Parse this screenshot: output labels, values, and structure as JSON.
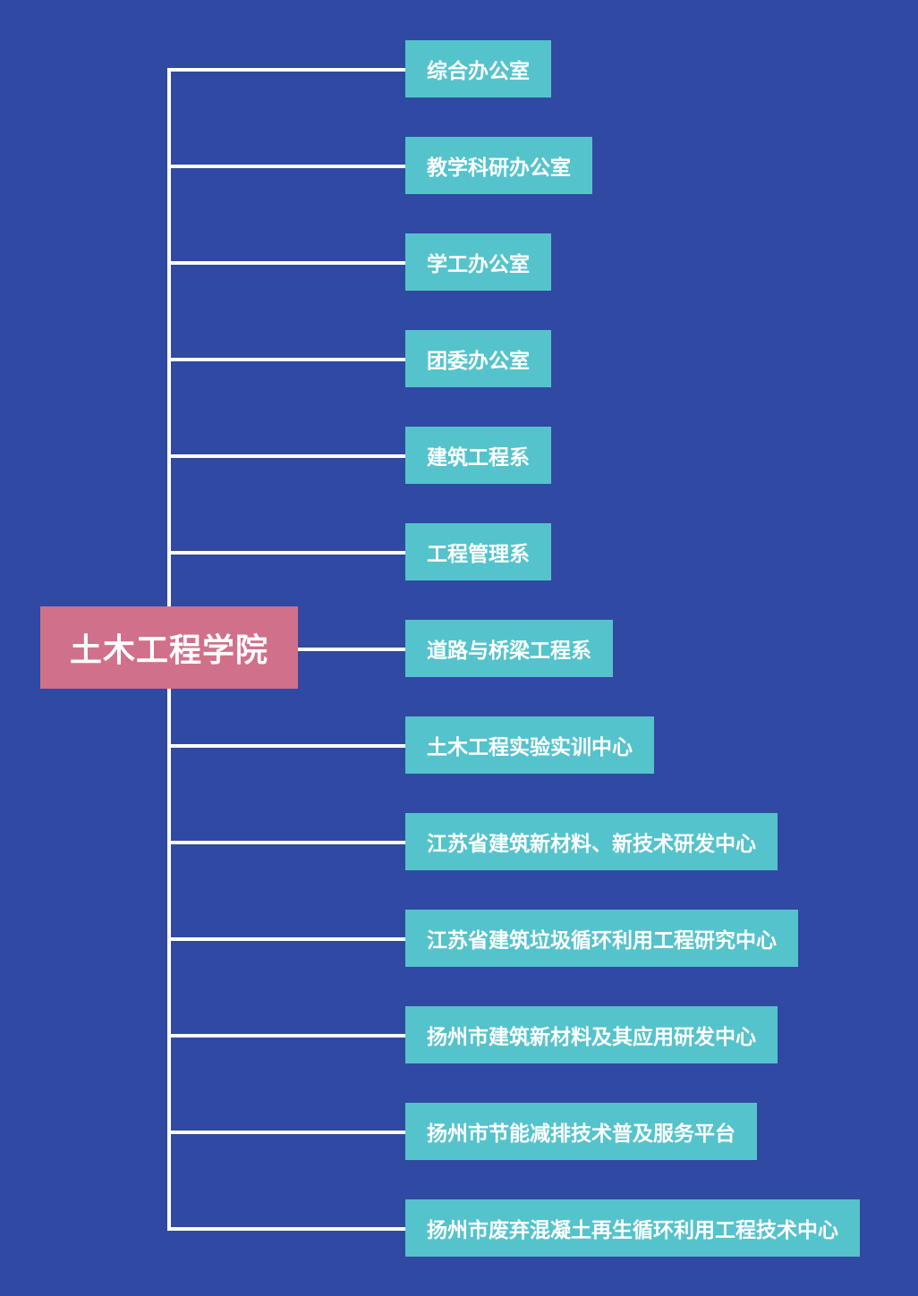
{
  "root": {
    "label": "土木工程学院"
  },
  "children": [
    {
      "label": "综合办公室"
    },
    {
      "label": "教学科研办公室"
    },
    {
      "label": "学工办公室"
    },
    {
      "label": "团委办公室"
    },
    {
      "label": "建筑工程系"
    },
    {
      "label": "工程管理系"
    },
    {
      "label": "道路与桥梁工程系"
    },
    {
      "label": "土木工程实验实训中心"
    },
    {
      "label": "江苏省建筑新材料、新技术研发中心"
    },
    {
      "label": "江苏省建筑垃圾循环利用工程研究中心"
    },
    {
      "label": "扬州市建筑新材料及其应用研发中心"
    },
    {
      "label": "扬州市节能减排技术普及服务平台"
    },
    {
      "label": "扬州市废弃混凝土再生循环利用工程技术中心"
    }
  ],
  "colors": {
    "background": "#3049a2",
    "root_fill": "#d1708a",
    "child_fill": "#55c3cc",
    "connector": "#ffffff",
    "text": "#ffffff"
  }
}
